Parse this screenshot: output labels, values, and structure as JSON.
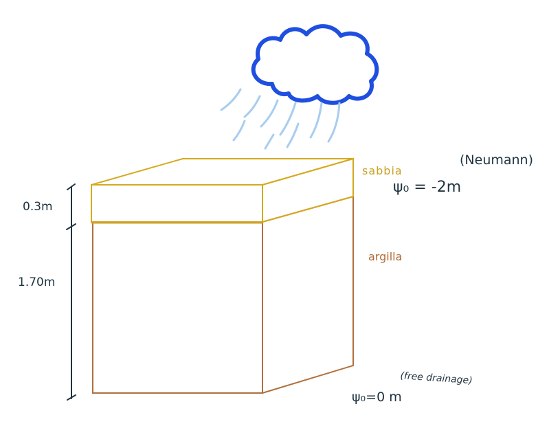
{
  "colors": {
    "cloud": "#1f4fe0",
    "rain": "#a9cdee",
    "sand": "#d4aa1e",
    "sand_label": "#c9a227",
    "clay": "#b0703c",
    "clay_label": "#b06a34",
    "ink": "#1f3340",
    "box_line": "#d1a12a"
  },
  "labels": {
    "sand": "sabbia",
    "neumann": "(Neumann)",
    "top_condition": "ψ₀ = -2m",
    "clay": "argilla",
    "free_drainage": "(free drainage)",
    "bottom_condition": "ψ₀=0 m",
    "sand_thickness": "0.3m",
    "clay_thickness": "1.70m"
  }
}
